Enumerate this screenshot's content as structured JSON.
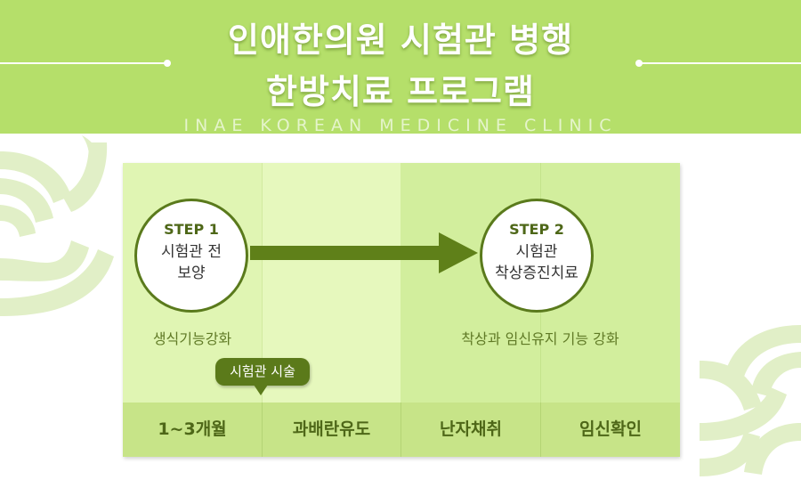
{
  "header": {
    "title_line1": "인애한의원 시험관 병행",
    "title_line2": "한방치료 프로그램",
    "subtitle": "INAE KOREAN MEDICINE CLINIC"
  },
  "steps": [
    {
      "label": "STEP 1",
      "text_line1": "시험관 전",
      "text_line2": "보양"
    },
    {
      "label": "STEP 2",
      "text_line1": "시험관",
      "text_line2": "착상증진치료"
    }
  ],
  "captions": {
    "step1": "생식기능강화",
    "step2": "착상과 임신유지 기능 강화"
  },
  "tooltip": "시험관 시술",
  "timeline": [
    "1~3개월",
    "과배란유도",
    "난자채취",
    "임신확인"
  ],
  "colors": {
    "header_bg": "#b5df6a",
    "dark_green": "#5b7a1a",
    "light_green": "#e0f5b3",
    "bottom_bar": "#c7e488"
  }
}
